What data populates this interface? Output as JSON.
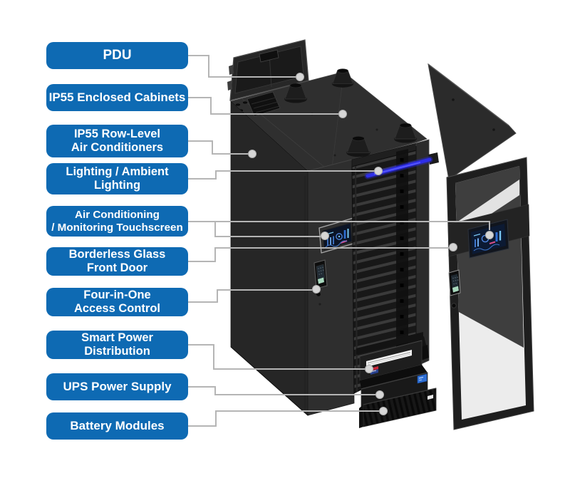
{
  "diagram": {
    "type": "product-callout-diagram",
    "subject": "IP55 enclosed data center cabinet system, exploded view",
    "labels": [
      {
        "id": "pdu",
        "lines": [
          "PDU"
        ]
      },
      {
        "id": "cabinets",
        "lines": [
          "IP55 Enclosed Cabinets"
        ]
      },
      {
        "id": "row-ac",
        "lines": [
          "IP55 Row-Level",
          "Air Conditioners"
        ]
      },
      {
        "id": "lighting",
        "lines": [
          "Lighting / Ambient",
          "Lighting"
        ]
      },
      {
        "id": "touchscreen",
        "lines": [
          "Air Conditioning",
          "/ Monitoring Touchscreen"
        ]
      },
      {
        "id": "glass-door",
        "lines": [
          "Borderless Glass",
          "Front Door"
        ]
      },
      {
        "id": "access",
        "lines": [
          "Four-in-One",
          "Access Control"
        ]
      },
      {
        "id": "power-dist",
        "lines": [
          "Smart Power",
          "Distribution"
        ]
      },
      {
        "id": "ups",
        "lines": [
          "UPS Power Supply"
        ]
      },
      {
        "id": "battery",
        "lines": [
          "Battery Modules"
        ]
      }
    ],
    "colors": {
      "background": "#ffffff",
      "label_background": "#0e6ab3",
      "label_text": "#ffffff",
      "callout_line": "#b5b5b5",
      "callout_dot": "#d6d6d6",
      "led_bar_blue": "#2b2be0",
      "screen_blue": "#2f6fd4"
    }
  }
}
